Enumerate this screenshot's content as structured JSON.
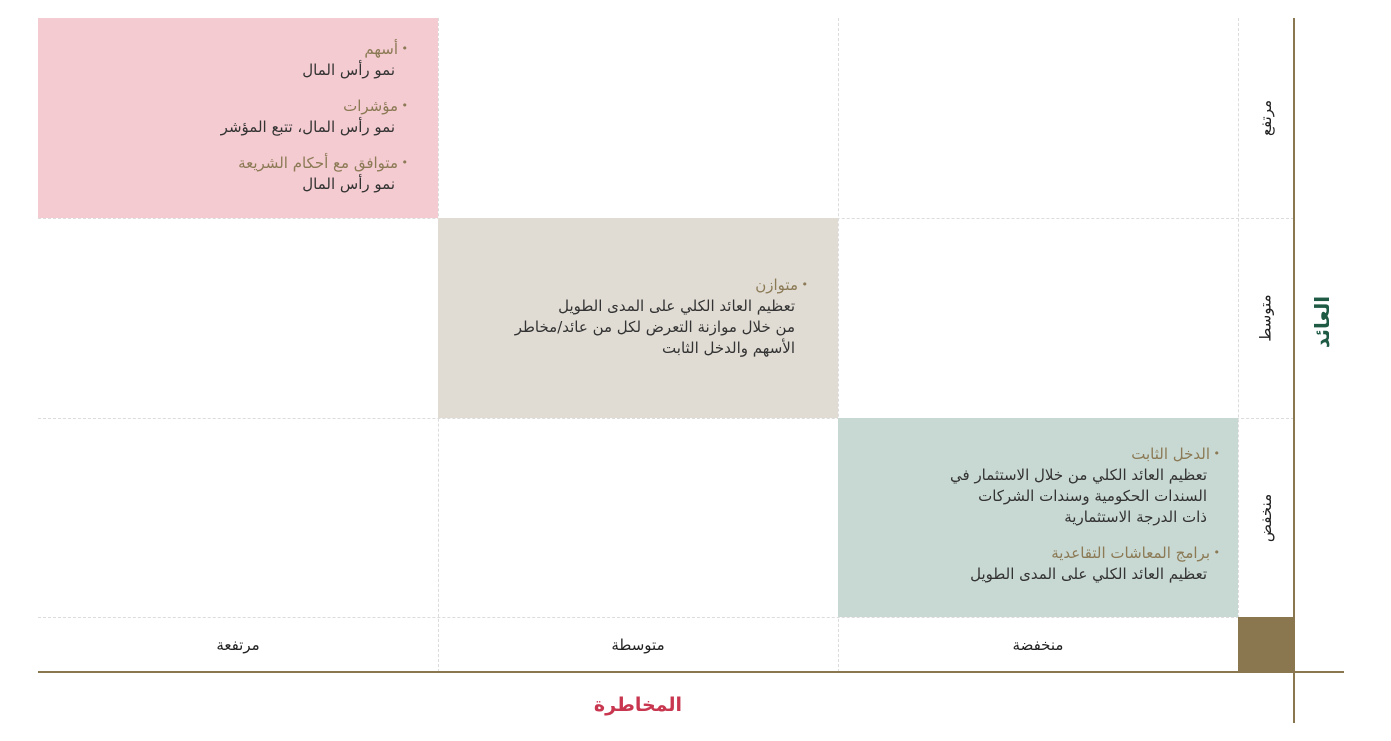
{
  "colors": {
    "high_risk_cell": "#f4cbd1",
    "medium_cell": "#e0dcd4",
    "low_risk_cell": "#c8d8d2",
    "corner_block": "#8a7750",
    "axis_line": "#8a7750",
    "item_title": "#8b7a55",
    "return_axis_title": "#1f5a45",
    "risk_axis_title": "#c8374f"
  },
  "axis": {
    "return_title": "العائد",
    "risk_title": "المخاطرة"
  },
  "rows": {
    "high": "مرتفع",
    "medium": "متوسط",
    "low": "منخفض"
  },
  "columns": {
    "low": "منخفضة",
    "medium": "متوسطة",
    "high": "مرتفعة"
  },
  "cells": {
    "high_high": [
      {
        "title": "أسهم",
        "desc": "نمو رأس المال"
      },
      {
        "title": "مؤشرات",
        "desc": "نمو رأس المال، تتبع المؤشر"
      },
      {
        "title": "متوافق مع أحكام الشريعة",
        "desc": "نمو رأس المال"
      }
    ],
    "medium_medium": [
      {
        "title": "متوازن",
        "desc": "تعظيم العائد الكلي على المدى الطويل\nمن خلال موازنة التعرض لكل من عائد/مخاطر\nالأسهم والدخل الثابت"
      }
    ],
    "low_low": [
      {
        "title": "الدخل الثابت",
        "desc": "تعظيم العائد الكلي من خلال الاستثمار في\nالسندات الحكومية وسندات الشركات\nذات الدرجة الاستثمارية"
      },
      {
        "title": "برامج المعاشات التقاعدية",
        "desc": "تعظيم العائد الكلي على المدى الطويل"
      }
    ]
  }
}
